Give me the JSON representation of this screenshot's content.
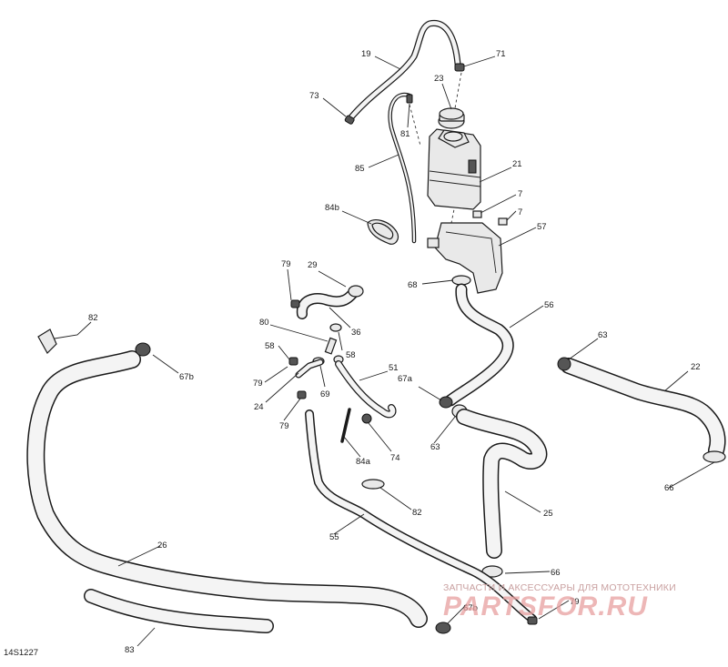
{
  "figure": {
    "reference_code": "14S1227",
    "watermark": {
      "tagline": "ЗАПЧАСТИ И АКСЕССУАРЫ ДЛЯ МОТОТЕХНИКИ",
      "brand": "PARTSFOR.RU"
    },
    "callouts": [
      {
        "id": "c19",
        "label": "19"
      },
      {
        "id": "c71",
        "label": "71"
      },
      {
        "id": "c73",
        "label": "73"
      },
      {
        "id": "c23",
        "label": "23"
      },
      {
        "id": "c81",
        "label": "81"
      },
      {
        "id": "c85",
        "label": "85"
      },
      {
        "id": "c21",
        "label": "21"
      },
      {
        "id": "c84b",
        "label": "84b"
      },
      {
        "id": "c7a",
        "label": "7"
      },
      {
        "id": "c7b",
        "label": "7"
      },
      {
        "id": "c57",
        "label": "57"
      },
      {
        "id": "c79a",
        "label": "79"
      },
      {
        "id": "c29",
        "label": "29"
      },
      {
        "id": "c68",
        "label": "68"
      },
      {
        "id": "c56",
        "label": "56"
      },
      {
        "id": "c82a",
        "label": "82"
      },
      {
        "id": "c80",
        "label": "80"
      },
      {
        "id": "c36",
        "label": "36"
      },
      {
        "id": "c58a",
        "label": "58"
      },
      {
        "id": "c58b",
        "label": "58"
      },
      {
        "id": "c63a",
        "label": "63"
      },
      {
        "id": "c67b-top",
        "label": "67b"
      },
      {
        "id": "c51",
        "label": "51"
      },
      {
        "id": "c79b",
        "label": "79"
      },
      {
        "id": "c67a",
        "label": "67a"
      },
      {
        "id": "c22",
        "label": "22"
      },
      {
        "id": "c24",
        "label": "24"
      },
      {
        "id": "c69",
        "label": "69"
      },
      {
        "id": "c79c",
        "label": "79"
      },
      {
        "id": "c63b",
        "label": "63"
      },
      {
        "id": "c74",
        "label": "74"
      },
      {
        "id": "c84a",
        "label": "84a"
      },
      {
        "id": "c66a",
        "label": "66"
      },
      {
        "id": "c82b",
        "label": "82"
      },
      {
        "id": "c25",
        "label": "25"
      },
      {
        "id": "c55",
        "label": "55"
      },
      {
        "id": "c26",
        "label": "26"
      },
      {
        "id": "c66b",
        "label": "66"
      },
      {
        "id": "c67b-bottom",
        "label": "67b"
      },
      {
        "id": "c79d",
        "label": "79"
      },
      {
        "id": "c83",
        "label": "83"
      }
    ]
  }
}
